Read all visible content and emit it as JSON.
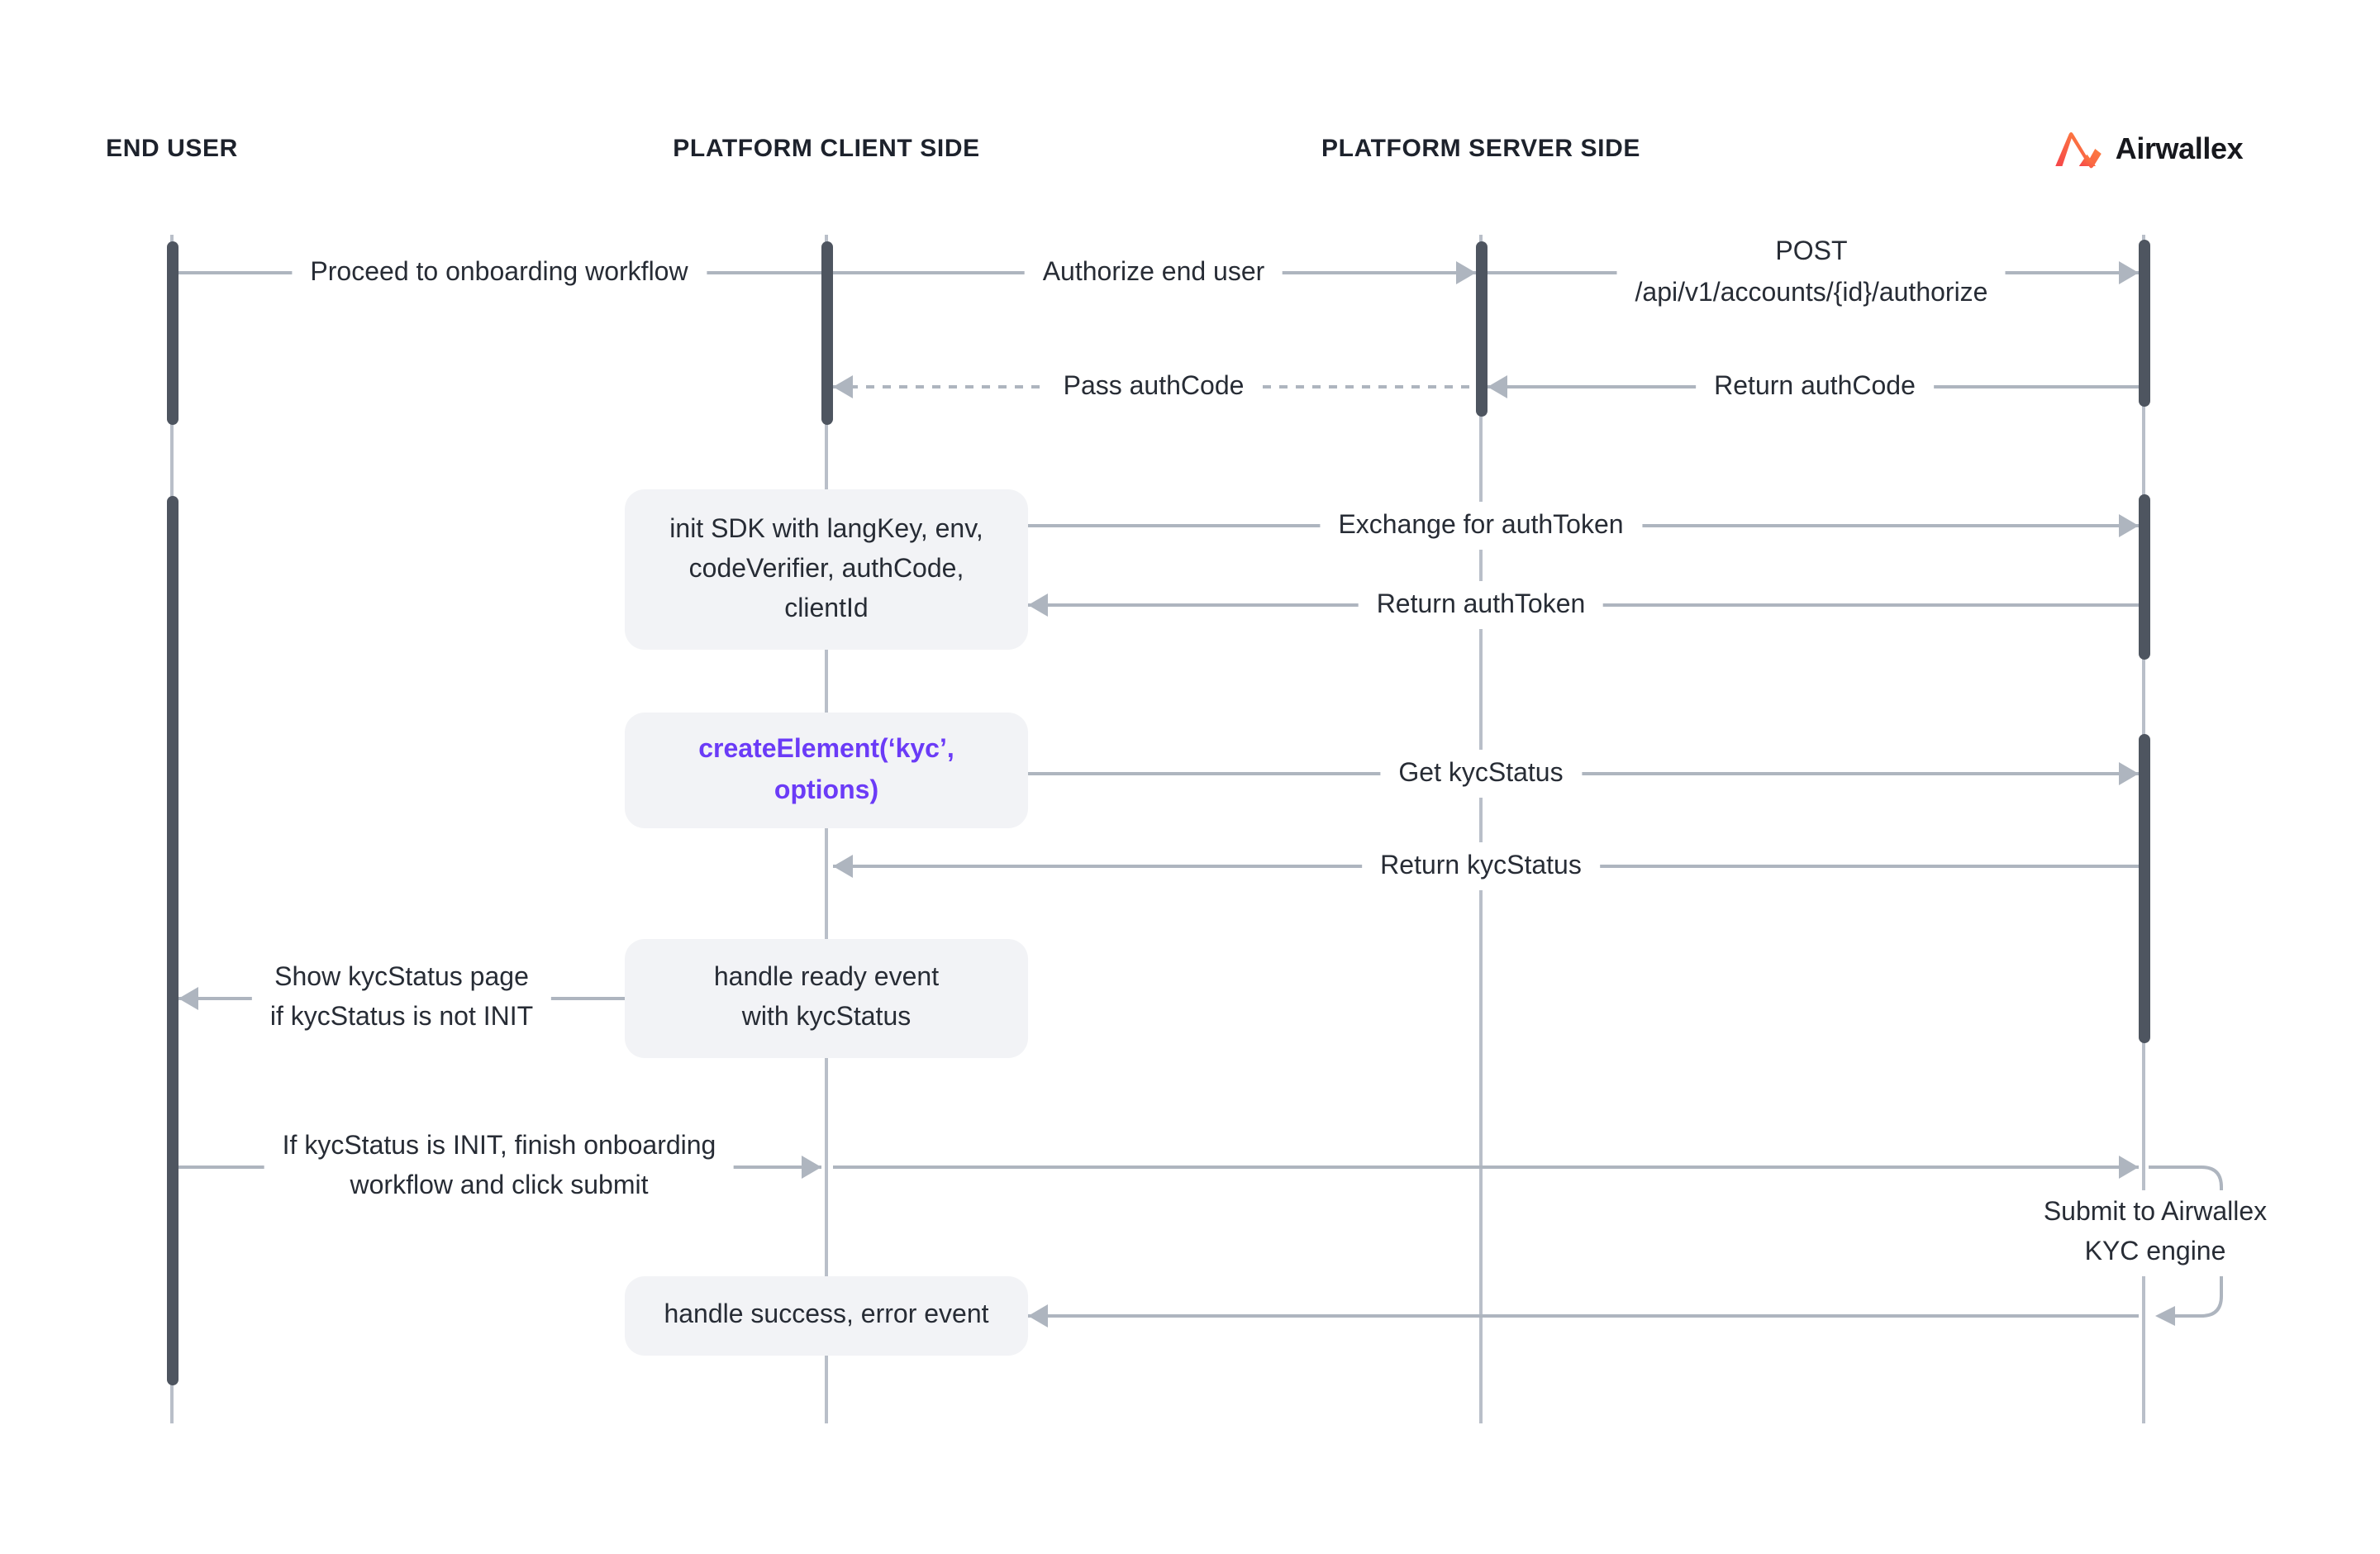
{
  "colors": {
    "text": "#272c35",
    "header_text": "#1d222c",
    "lifeline": "#b9bfc9",
    "activation_bar": "#4e5560",
    "arrow": "#aeb5bf",
    "box_bg": "#f2f3f6",
    "accent_purple": "#6b3bf7",
    "logo_text": "#17181d",
    "logo_gradient_start": "#f5424a",
    "logo_gradient_end": "#ff8f3c"
  },
  "actors": {
    "end_user": "END USER",
    "platform_client": "PLATFORM CLIENT SIDE",
    "platform_server": "PLATFORM SERVER SIDE",
    "airwallex": "Airwallex"
  },
  "messages": {
    "proceed": "Proceed to onboarding workflow",
    "authorize": "Authorize end user",
    "post_method": "POST",
    "post_path": "/api/v1/accounts/{id}/authorize",
    "pass_authcode": "Pass authCode",
    "return_authcode": "Return authCode",
    "exchange_authtoken": "Exchange for authToken",
    "return_authtoken": "Return authToken",
    "get_kycstatus": "Get kycStatus",
    "return_kycstatus": "Return kycStatus",
    "show_kyc_line1": "Show kycStatus page",
    "show_kyc_line2": "if kycStatus is not INIT",
    "init_line1": "If kycStatus is INIT, finish onboarding",
    "init_line2": "workflow and click submit",
    "submit_line1": "Submit to Airwallex",
    "submit_line2": "KYC engine"
  },
  "boxes": {
    "init_sdk_line1": "init SDK with langKey, env,",
    "init_sdk_line2": "codeVerifier, authCode,",
    "init_sdk_line3": "clientId",
    "create_element_line1": "createElement(‘kyc’,",
    "create_element_line2": "options)",
    "handle_ready_line1": "handle ready event",
    "handle_ready_line2": "with kycStatus",
    "handle_success": "handle success, error event"
  }
}
